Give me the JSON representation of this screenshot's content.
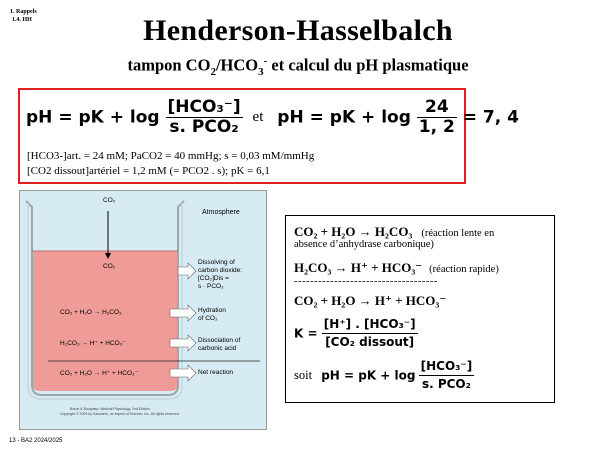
{
  "header": {
    "section_line1": "1. Rappels",
    "section_line2": "1.4. HH"
  },
  "title": "Henderson-Hasselbalch",
  "subtitle": {
    "prefix": "tampon CO",
    "sub1": "2",
    "mid": "/HCO",
    "sub2": "3",
    "sup": "-",
    "suffix": " et calcul du pH plasmatique"
  },
  "formula": {
    "lhs": "pH = pK +  log",
    "num1": "[HCO₃⁻]",
    "den1": "s. PCO₂",
    "et": "et",
    "lhs2": "pH = pK +  log",
    "num2": "24",
    "den2": "1, 2",
    "result": "= 7, 4"
  },
  "definitions": {
    "line1": "[HCO3-]art. = 24 mM; PaCO2 = 40 mmHg; s = 0,03 mM/mmHg",
    "line2": "[CO2 dissout]artériel = 1,2 mM (= PCO2 . s); pK = 6,1"
  },
  "figure": {
    "atmosphere": "Atmosphere",
    "co2_top": "CO₂",
    "co2_liquid": "CO₂",
    "labels": [
      {
        "l1": "Dissolving of",
        "l2": "carbon dioxide:",
        "l3": "[CO₂]Dis =",
        "l4": "s · PCO₂"
      },
      {
        "l1": "Hydration",
        "l2": "of CO₂",
        "l3": "",
        "l4": ""
      },
      {
        "l1": "Dissociation of",
        "l2": "carbonic acid",
        "l3": "",
        "l4": ""
      },
      {
        "l1": "Net reaction",
        "l2": "",
        "l3": "",
        "l4": ""
      }
    ],
    "eq1": "CO₂ + H₂O → H₂CO₃",
    "eq2": "H₂CO₃ → H⁺ + HCO₃⁻",
    "eq3": "CO₂ + H₂O → H⁺ + HCO₃⁻",
    "credit1": "Boron & Boulpaep: Medical Physiology, 2nd Edition.",
    "credit2": "Copyright © 2009 by Saunders, an imprint of Elsevier, Inc. All rights reserved."
  },
  "reactions": {
    "r1_bold": "CO₂ + H₂O → H₂CO₃",
    "r1_note": "(réaction lente en",
    "r1_note2": "absence d’anhydrase carbonique)",
    "r2_bold": "H₂CO₃ → H⁺ + HCO₃⁻",
    "r2_note": "(réaction rapide)",
    "separator": "------------------------------------",
    "r3_bold": "CO₂ + H₂O → H⁺ + HCO₃⁻",
    "k_label": "K =",
    "k_num": "[H⁺] . [HCO₃⁻]",
    "k_den": "[CO₂ dissout]",
    "soit": "soit",
    "final_lhs": "pH = pK +  log",
    "final_num": "[HCO₃⁻]",
    "final_den": "s. PCO₂"
  },
  "footer": "13 - BA2 2024/2025"
}
